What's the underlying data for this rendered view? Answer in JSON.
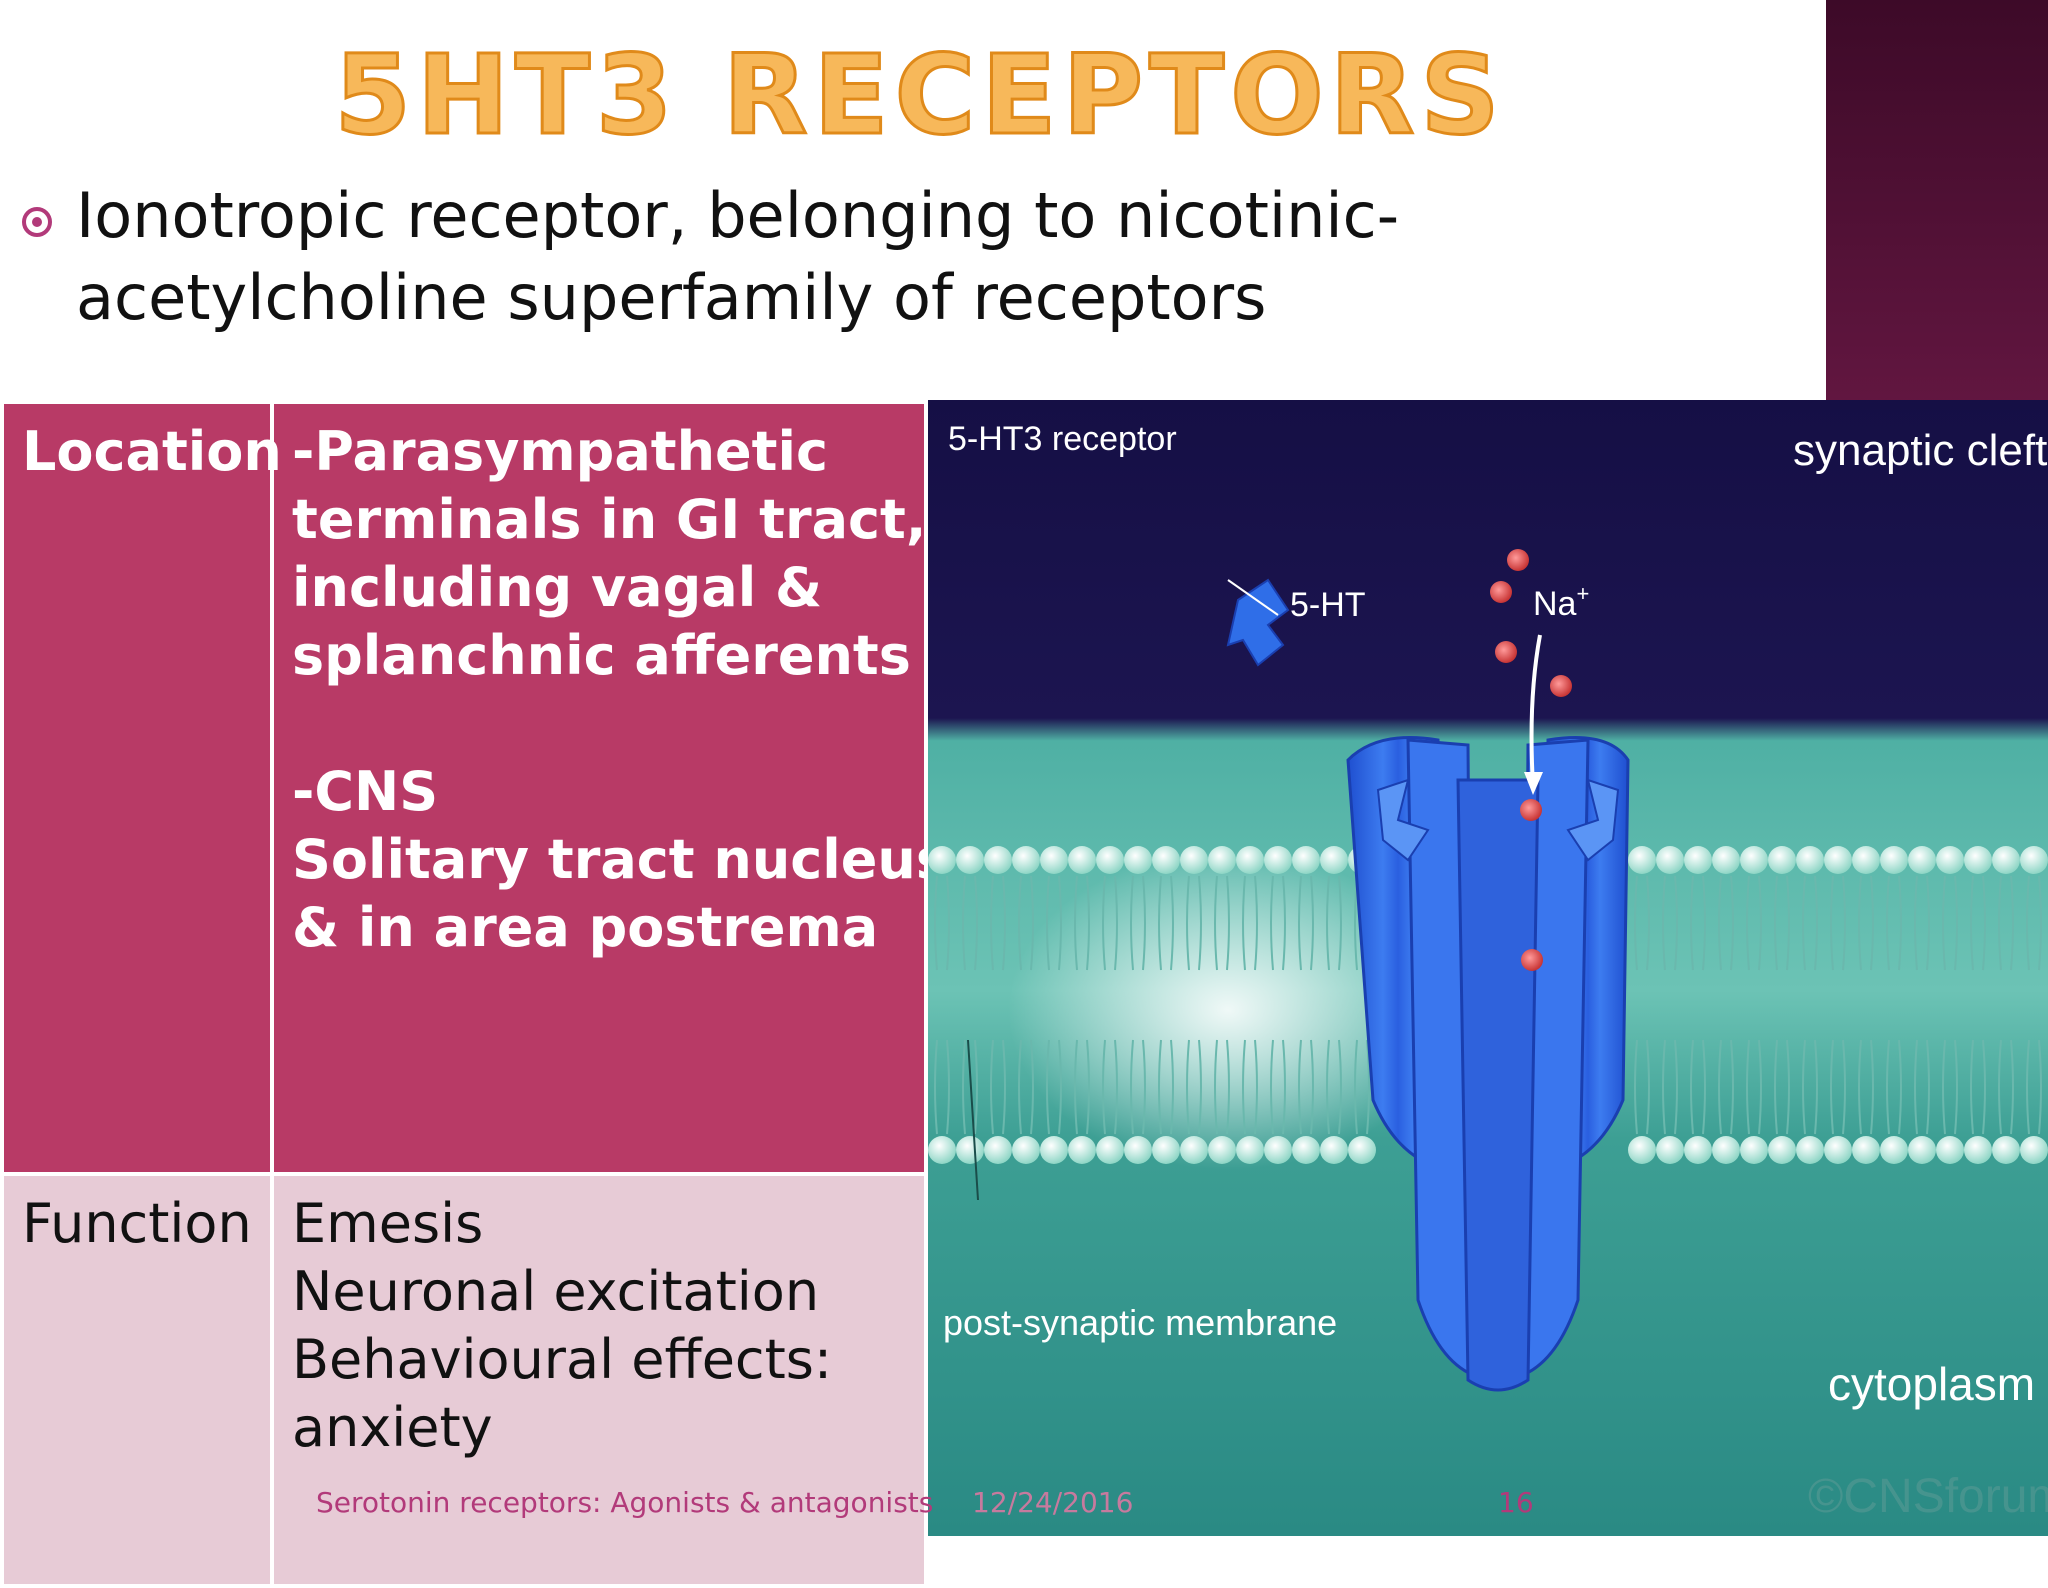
{
  "slide": {
    "title": "5HT3 RECEPTORS",
    "bullet": [
      "Ionotropic receptor, belonging to nicotinic-",
      "acetylcholine superfamily of receptors"
    ]
  },
  "table": {
    "location_label": "Location",
    "location_lines": [
      "-Parasympathetic",
      "terminals in GI tract,",
      "including vagal &",
      "splanchnic afferents",
      "",
      "-CNS",
      "Solitary tract nucleus",
      "& in area postrema"
    ],
    "function_label": "Function",
    "function_lines": [
      "Emesis",
      "Neuronal excitation",
      "Behavioural effects:",
      "anxiety"
    ]
  },
  "diagram": {
    "receptor_label": "5-HT3 receptor",
    "cleft_label": "synaptic cleft",
    "ligand_label": "5-HT",
    "ion_label": "Na",
    "ion_charge": "+",
    "membrane_label": "post-synaptic membrane",
    "cytoplasm_label": "cytoplasm",
    "credit": "©CNSforum.com",
    "colors": {
      "background_top": "#1c1550",
      "membrane": "#4fb0a4",
      "cytoplasm": "#2e8f88",
      "receptor": "#2f6ee8",
      "ion": "#e05050"
    }
  },
  "footer": {
    "subject": "Serotonin receptors: Agonists & antagonists",
    "date": "12/24/2016",
    "page": "16"
  }
}
